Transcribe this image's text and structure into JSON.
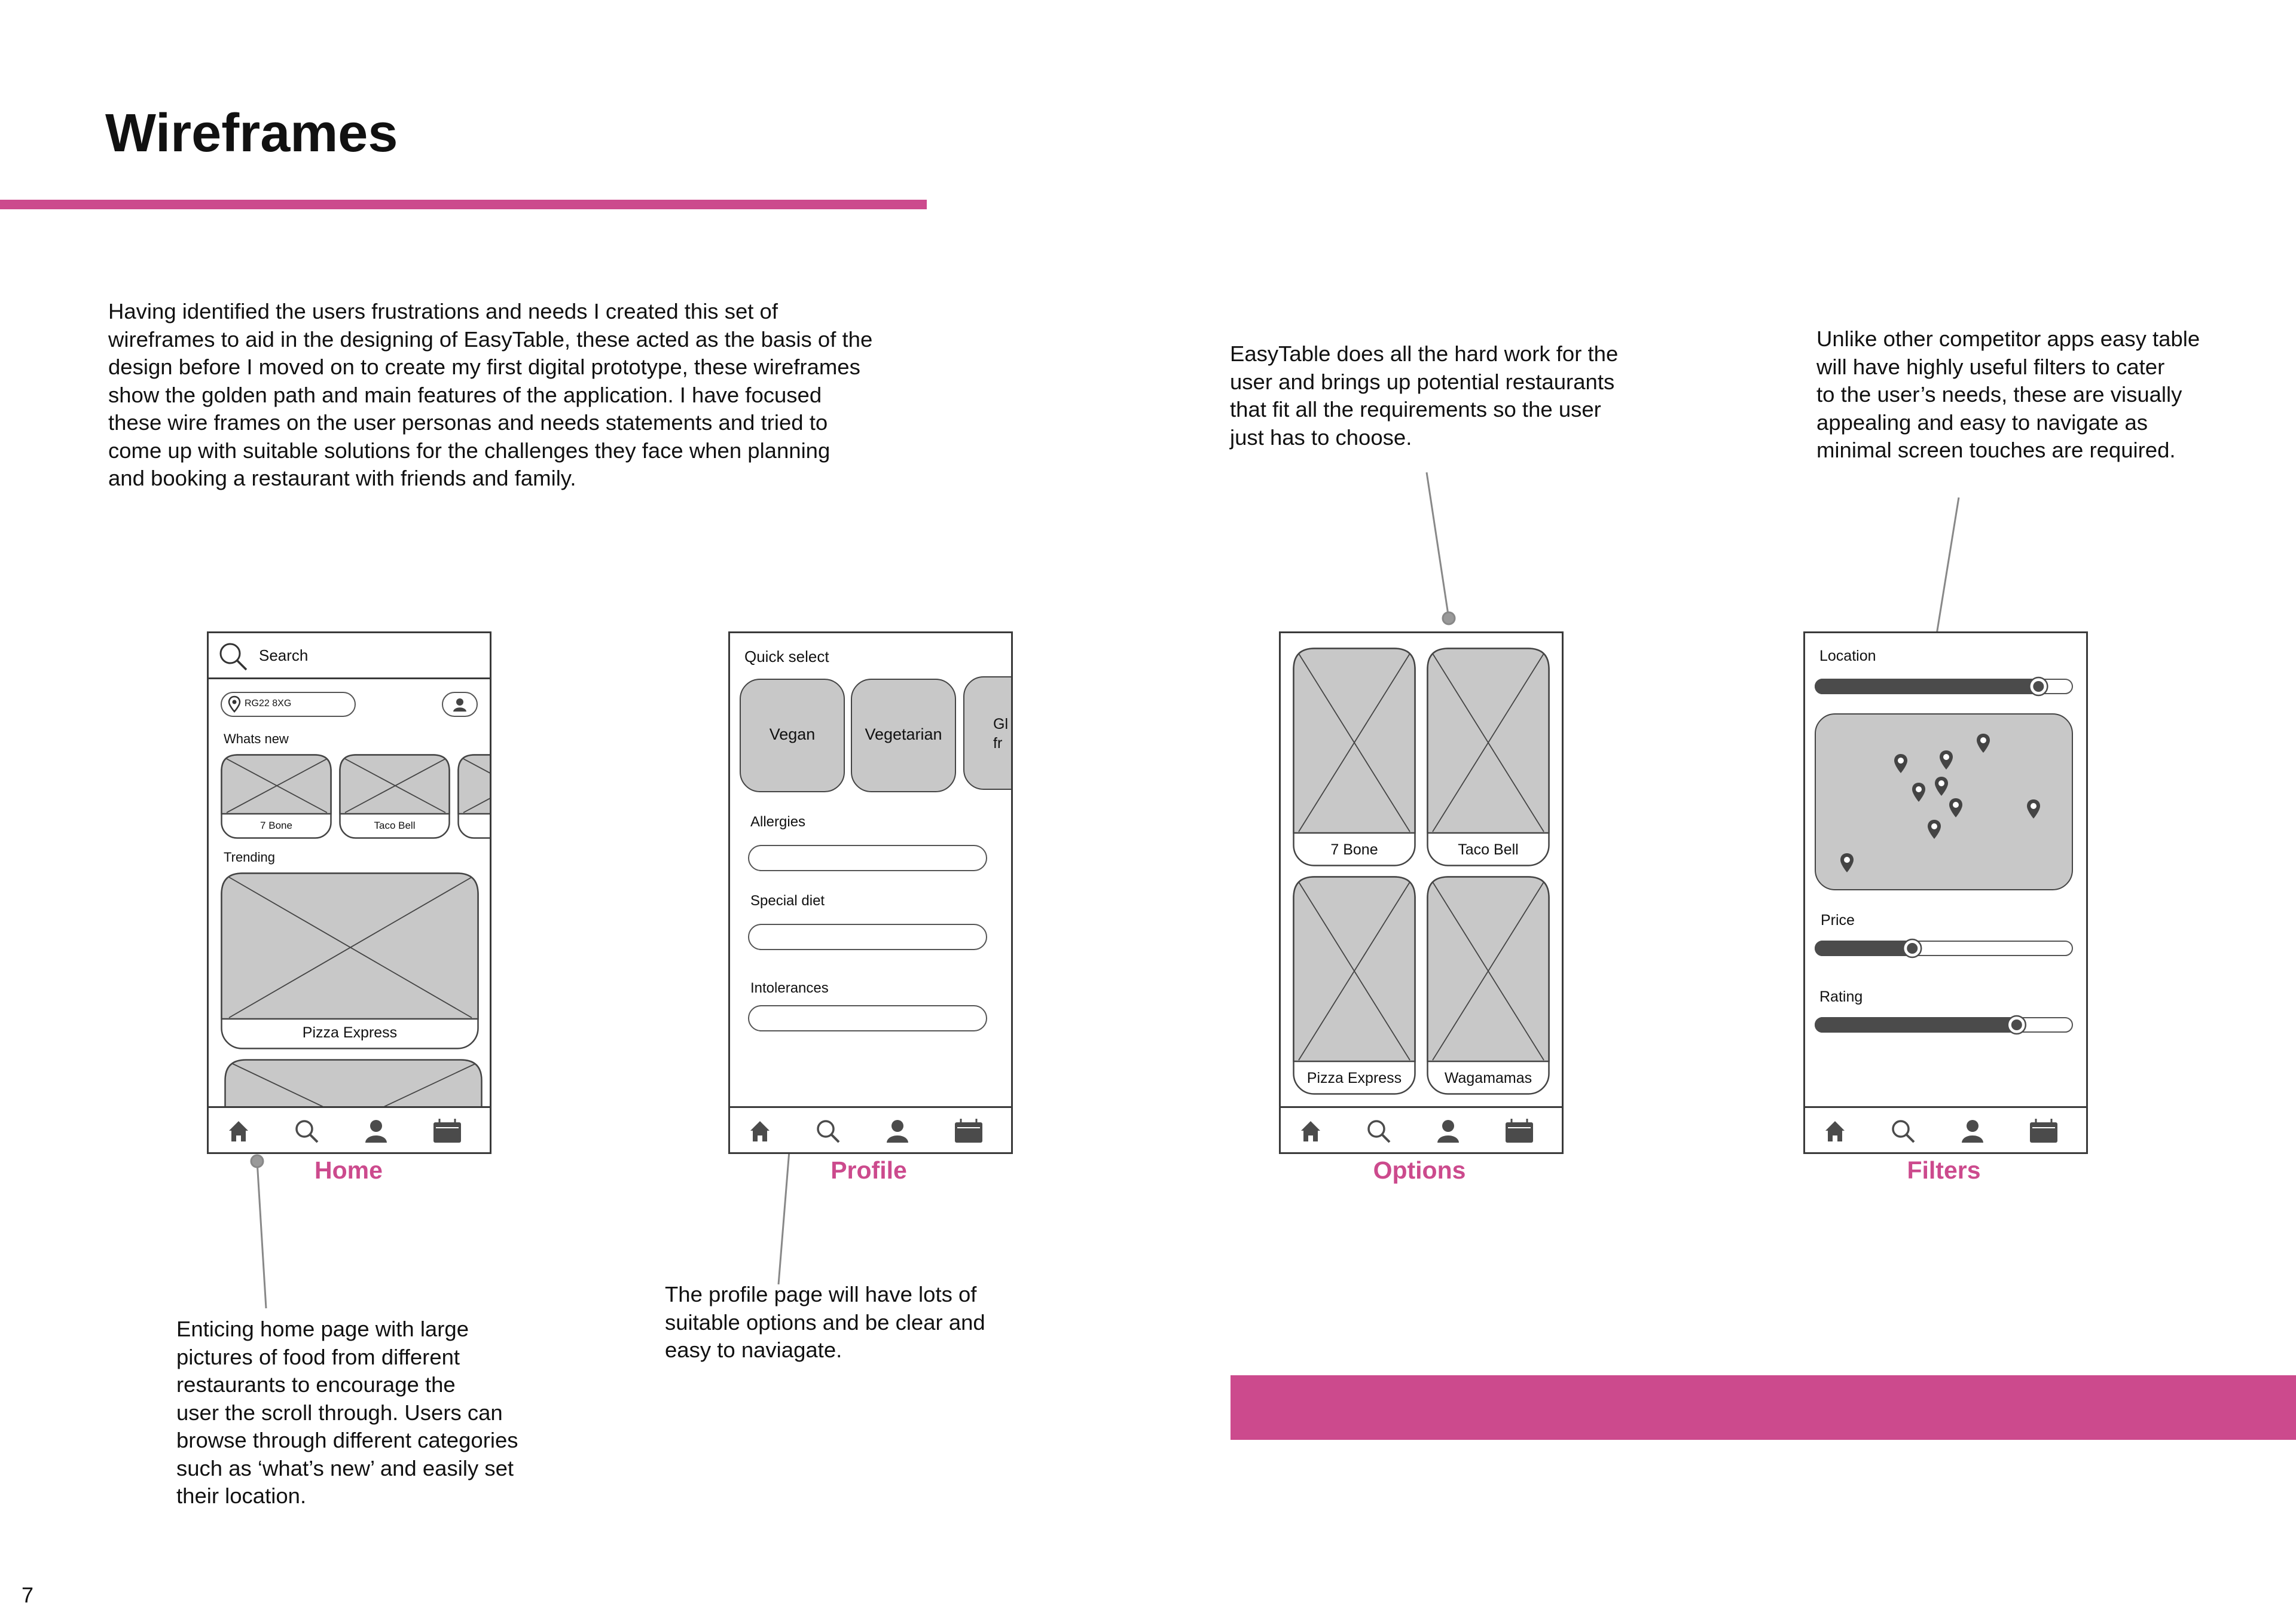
{
  "title": "Wireframes",
  "colors": {
    "accent": "#cc4a8d",
    "wire_gray": "#c8c8c8",
    "wire_dark": "#4b4b4b"
  },
  "intro": "Having identified the users frustrations and needs I created this set of\nwireframes to aid in the designing of EasyTable, these acted as the basis of the\ndesign before I moved on to create my first digital prototype, these wireframes\nshow the golden path and main features of the application. I have focused\nthese wire frames on the user personas and needs statements and tried to\ncome up with suitable solutions for the challenges they face when planning\nand booking a restaurant with friends and family.",
  "notes": {
    "options": "EasyTable does all the hard work for the\nuser and brings up potential restaurants\nthat fit all the requirements so the user\njust has to choose.",
    "filters": "Unlike other competitor apps easy table\nwill have highly useful filters to cater\nto the user’s needs, these are visually\nappealing and easy to navigate as\nminimal screen touches are required.",
    "home": "Enticing home page with large\npictures of food from different\nrestaurants to encourage the\nuser the scroll through. Users can\nbrowse through different categories\nsuch as ‘what’s new’ and easily set\ntheir location.",
    "profile": "The profile page will have lots of\nsuitable options and be clear and\neasy to naviagate."
  },
  "screens": {
    "home": {
      "label": "Home",
      "search_placeholder": "Search",
      "location_value": "RG22 8XG",
      "whats_new_heading": "Whats new",
      "whats_new_items": [
        "7 Bone",
        "Taco Bell"
      ],
      "trending_heading": "Trending",
      "trending_item": "Pizza Express"
    },
    "profile": {
      "label": "Profile",
      "quick_select_heading": "Quick select",
      "chips": [
        "Vegan",
        "Vegetarian",
        "Gl\nfr"
      ],
      "fields": [
        "Allergies",
        "Special diet",
        "Intolerances"
      ]
    },
    "options": {
      "label": "Options",
      "restaurants": [
        "7 Bone",
        "Taco Bell",
        "Pizza Express",
        "Wagamamas"
      ]
    },
    "filters": {
      "label": "Filters",
      "sliders": [
        {
          "name": "Location",
          "value": 0.89
        },
        {
          "name": "Price",
          "value": 0.37
        },
        {
          "name": "Rating",
          "value": 0.8
        }
      ]
    }
  },
  "nav_icons": [
    "home-icon",
    "search-icon",
    "profile-icon",
    "calendar-icon"
  ],
  "page_number": "7"
}
